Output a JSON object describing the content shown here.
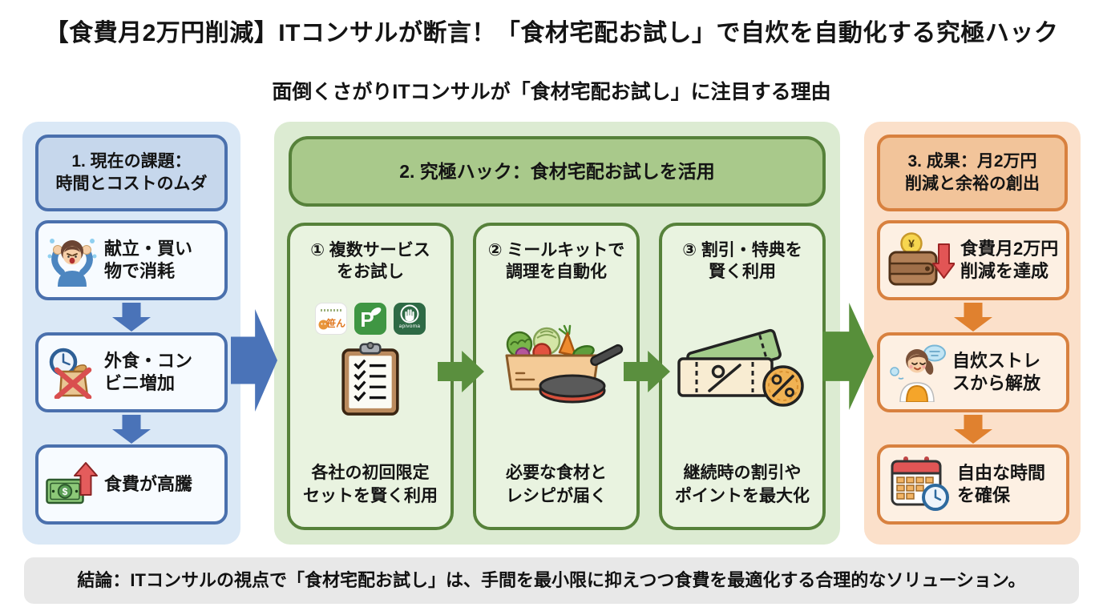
{
  "title": "【食費月2万円削減】ITコンサルが断言！「食材宅配お試し」で自炊を自動化する究極ハック",
  "subtitle": "面倒くさがりITコンサルが「食材宅配お試し」に注目する理由",
  "problem_column": {
    "header": "1. 現在の課題：\n時間とコストのムダ",
    "items": [
      {
        "icon": "stressed-person-icon",
        "label": "献立・買い\n物で消耗"
      },
      {
        "icon": "clock-convenience-bag-icon",
        "label": "外食・コン\nビニ増加"
      },
      {
        "icon": "money-rising-icon",
        "label": "食費が高騰"
      }
    ]
  },
  "hack_column": {
    "header": "2. 究極ハック：食材宅配お試しを活用",
    "steps": [
      {
        "title": "① 複数サービス\nをお試し",
        "caption": "各社の初回限定\nセットを賢く利用",
        "icon": "checklist-clipboard-icon",
        "app_icons": [
          {
            "name": "hachin-app-icon",
            "label": "笹ん"
          },
          {
            "name": "leaf-p-app-icon",
            "label": ""
          },
          {
            "name": "apivoma-app-icon",
            "label": "apivoma"
          }
        ]
      },
      {
        "title": "② ミールキットで\n調理を自動化",
        "caption": "必要な食材と\nレシピが届く",
        "icon": "meal-kit-box-pan-icon"
      },
      {
        "title": "③ 割引・特典を\n賢く利用",
        "caption": "継続時の割引や\nポイントを最大化",
        "icon": "discount-coupons-icon"
      }
    ]
  },
  "outcome_column": {
    "header": "3. 成果：月2万円\n削減と余裕の創出",
    "items": [
      {
        "icon": "wallet-yen-savings-icon",
        "label": "食費月2万円\n削減を達成"
      },
      {
        "icon": "relaxed-cook-icon",
        "label": "自炊ストレ\nスから解放"
      },
      {
        "icon": "calendar-clock-icon",
        "label": "自由な時間\nを確保"
      }
    ]
  },
  "conclusion": "結論：ITコンサルの視点で「食材宅配お試し」は、手間を最小限に抑えつつ食費を最適化する合理的なソリューション。",
  "colors": {
    "problem_bg": "#dae8f6",
    "problem_accent": "#4a70ad",
    "hack_bg": "#dcebd2",
    "hack_accent": "#56813a",
    "outcome_bg": "#fbe0ca",
    "outcome_accent": "#d8813f",
    "flow_arrow_blue": "#4a73b8",
    "flow_arrow_green": "#578f3a",
    "flow_arrow_orange": "#e0812f",
    "conclusion_bg": "#e8e8e8"
  }
}
